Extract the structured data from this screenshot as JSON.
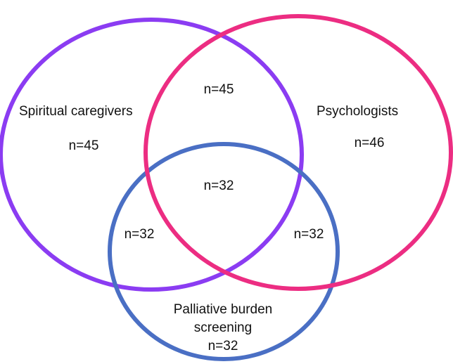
{
  "colors": {
    "background": "#ffffff",
    "spiritual_caregivers_ring": "#8b3cf2",
    "psychologists_ring": "#ec2d82",
    "palliative_burden_ring": "#4a6fc4",
    "text": "#111111"
  },
  "sets": {
    "spiritual_caregivers": {
      "label": "Spiritual caregivers",
      "count": "n=45"
    },
    "psychologists": {
      "label": "Psychologists",
      "count": "n=46"
    },
    "palliative_burden": {
      "label_line1": "Palliative burden",
      "label_line2": "screening",
      "count": "n=32"
    }
  },
  "overlaps": {
    "spiritual_and_psychologists": "n=45",
    "spiritual_and_palliative": "n=32",
    "psychologists_and_palliative": "n=32",
    "all_three": "n=32"
  }
}
